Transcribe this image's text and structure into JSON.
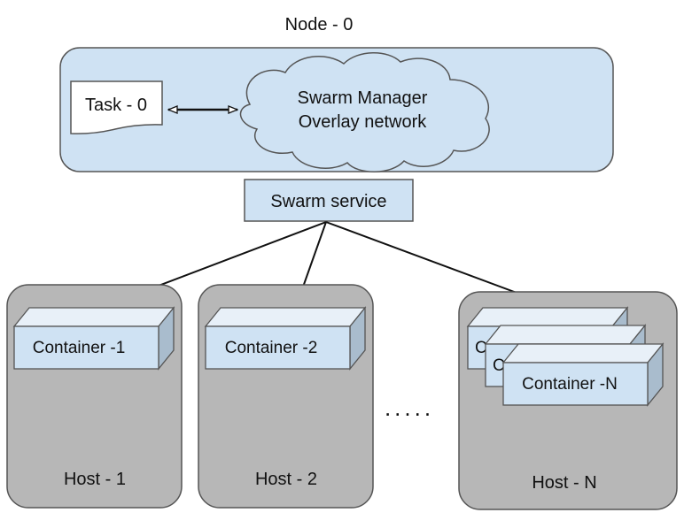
{
  "node": {
    "title": "Node - 0",
    "task_label": "Task - 0",
    "cloud_line1": "Swarm Manager",
    "cloud_line2": "Overlay network"
  },
  "service": {
    "label": "Swarm service"
  },
  "hosts": [
    {
      "label": "Host - 1",
      "container": "Container -1"
    },
    {
      "label": "Host - 2",
      "container": "Container -2"
    },
    {
      "label": "Host - N",
      "container": "Container -N"
    }
  ],
  "ellipsis": ".....",
  "colors": {
    "node_fill": "#cfe2f3",
    "host_fill": "#b7b7b7",
    "container_front": "#cfe2f3",
    "stroke": "#555555"
  }
}
